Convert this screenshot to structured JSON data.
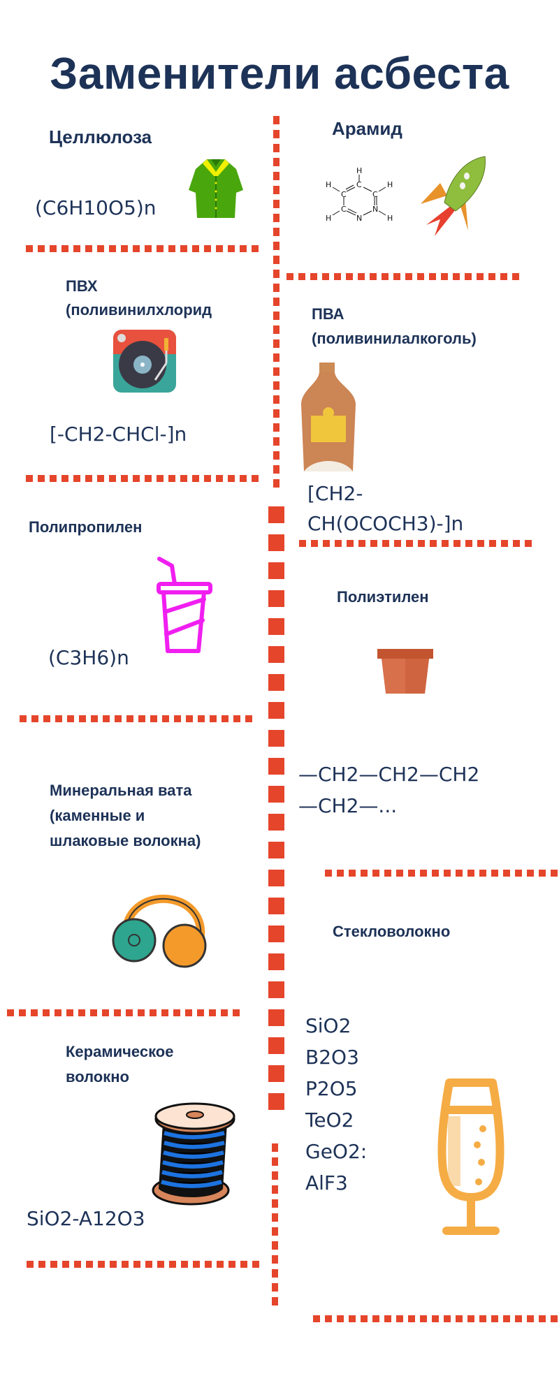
{
  "title": "Заменители асбеста",
  "sections": {
    "cellulose": {
      "name": "Целлюлоза",
      "formula": "(C6H10O5)n"
    },
    "aramid": {
      "name": "Арамид",
      "molecule_atoms": [
        "H",
        "C",
        "C",
        "C",
        "C",
        "N",
        "H",
        "H",
        "H",
        "H"
      ]
    },
    "pvc": {
      "name": "ПВХ",
      "full_name": "(поливинилхлорид",
      "formula": "[-CH2-CHCl-]n"
    },
    "pva": {
      "name": "ПВА",
      "full_name": "(поливинилалкоголь)",
      "formula_line1": "[CH2-",
      "formula_line2": "CH(OCOCH3)-]n"
    },
    "polypropylene": {
      "name": "Полипропилен",
      "formula": "(C3H6)n"
    },
    "polyethylene": {
      "name": "Полиэтилен",
      "formula_line1": "—CH2—CH2—CH2",
      "formula_line2": "—CH2—..."
    },
    "mineral_wool": {
      "name_lines": [
        "Минеральная вата",
        "(каменные и",
        "шлаковые волокна)"
      ]
    },
    "glass_fiber": {
      "name": "Стекловолокно",
      "formulas": [
        "SiO2",
        "B2O3",
        "P2O5",
        "TeO2",
        "GeO2:",
        "AlF3"
      ]
    },
    "ceramic_fiber": {
      "name_lines": [
        "Керамическое",
        "волокно"
      ],
      "formula": "SiO2-A12O3"
    }
  },
  "colors": {
    "text": "#1d3257",
    "divider": "#e5452b",
    "cup": "#f01ff0",
    "glass": "#f5ac45"
  }
}
